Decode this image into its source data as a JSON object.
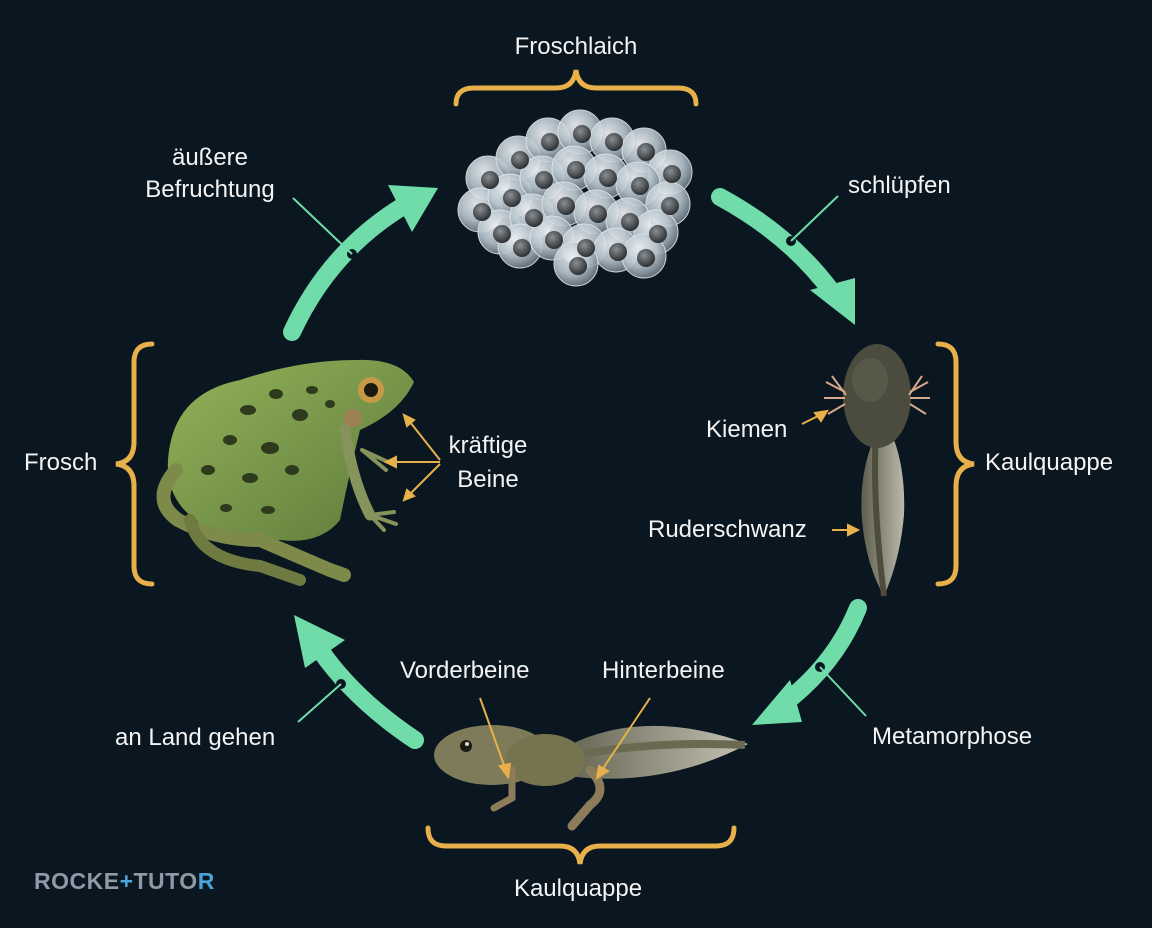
{
  "stages": {
    "spawn": "Froschlaich",
    "tadpole_right": "Kaulquappe",
    "tadpole_bottom": "Kaulquappe",
    "frog": "Frosch"
  },
  "transitions": {
    "hatch": "schlüpfen",
    "metamorphosis": "Metamorphose",
    "land": "an Land gehen",
    "fertilization_line1": "äußere",
    "fertilization_line2": "Befruchtung"
  },
  "annotations": {
    "gills": "Kiemen",
    "rudder_tail": "Ruderschwanz",
    "front_legs": "Vorderbeine",
    "hind_legs": "Hinterbeine",
    "strong_legs_line1": "kräftige",
    "strong_legs_line2": "Beine"
  },
  "logo": {
    "part1": "ROCKE",
    "part2": "+",
    "part3": "TUTO",
    "part4": "R"
  },
  "colors": {
    "background": "#0a1620",
    "arrow": "#6fdcaa",
    "brace": "#e8b04a",
    "pointer": "#e8b04a"
  }
}
